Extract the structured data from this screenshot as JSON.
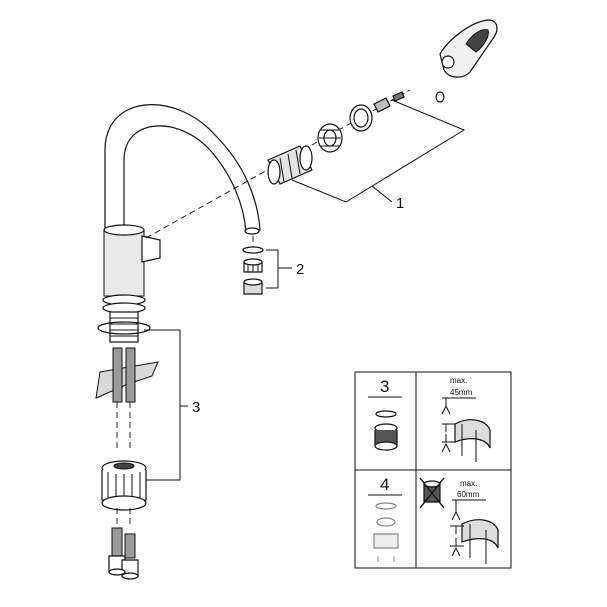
{
  "callouts": {
    "part1": "1",
    "part2": "2",
    "part3": "3"
  },
  "install_table": {
    "row1": {
      "number": "3",
      "max_label": "max.",
      "max_value": "45mm"
    },
    "row2": {
      "number": "4",
      "max_label": "max.",
      "max_value": "60mm"
    }
  }
}
